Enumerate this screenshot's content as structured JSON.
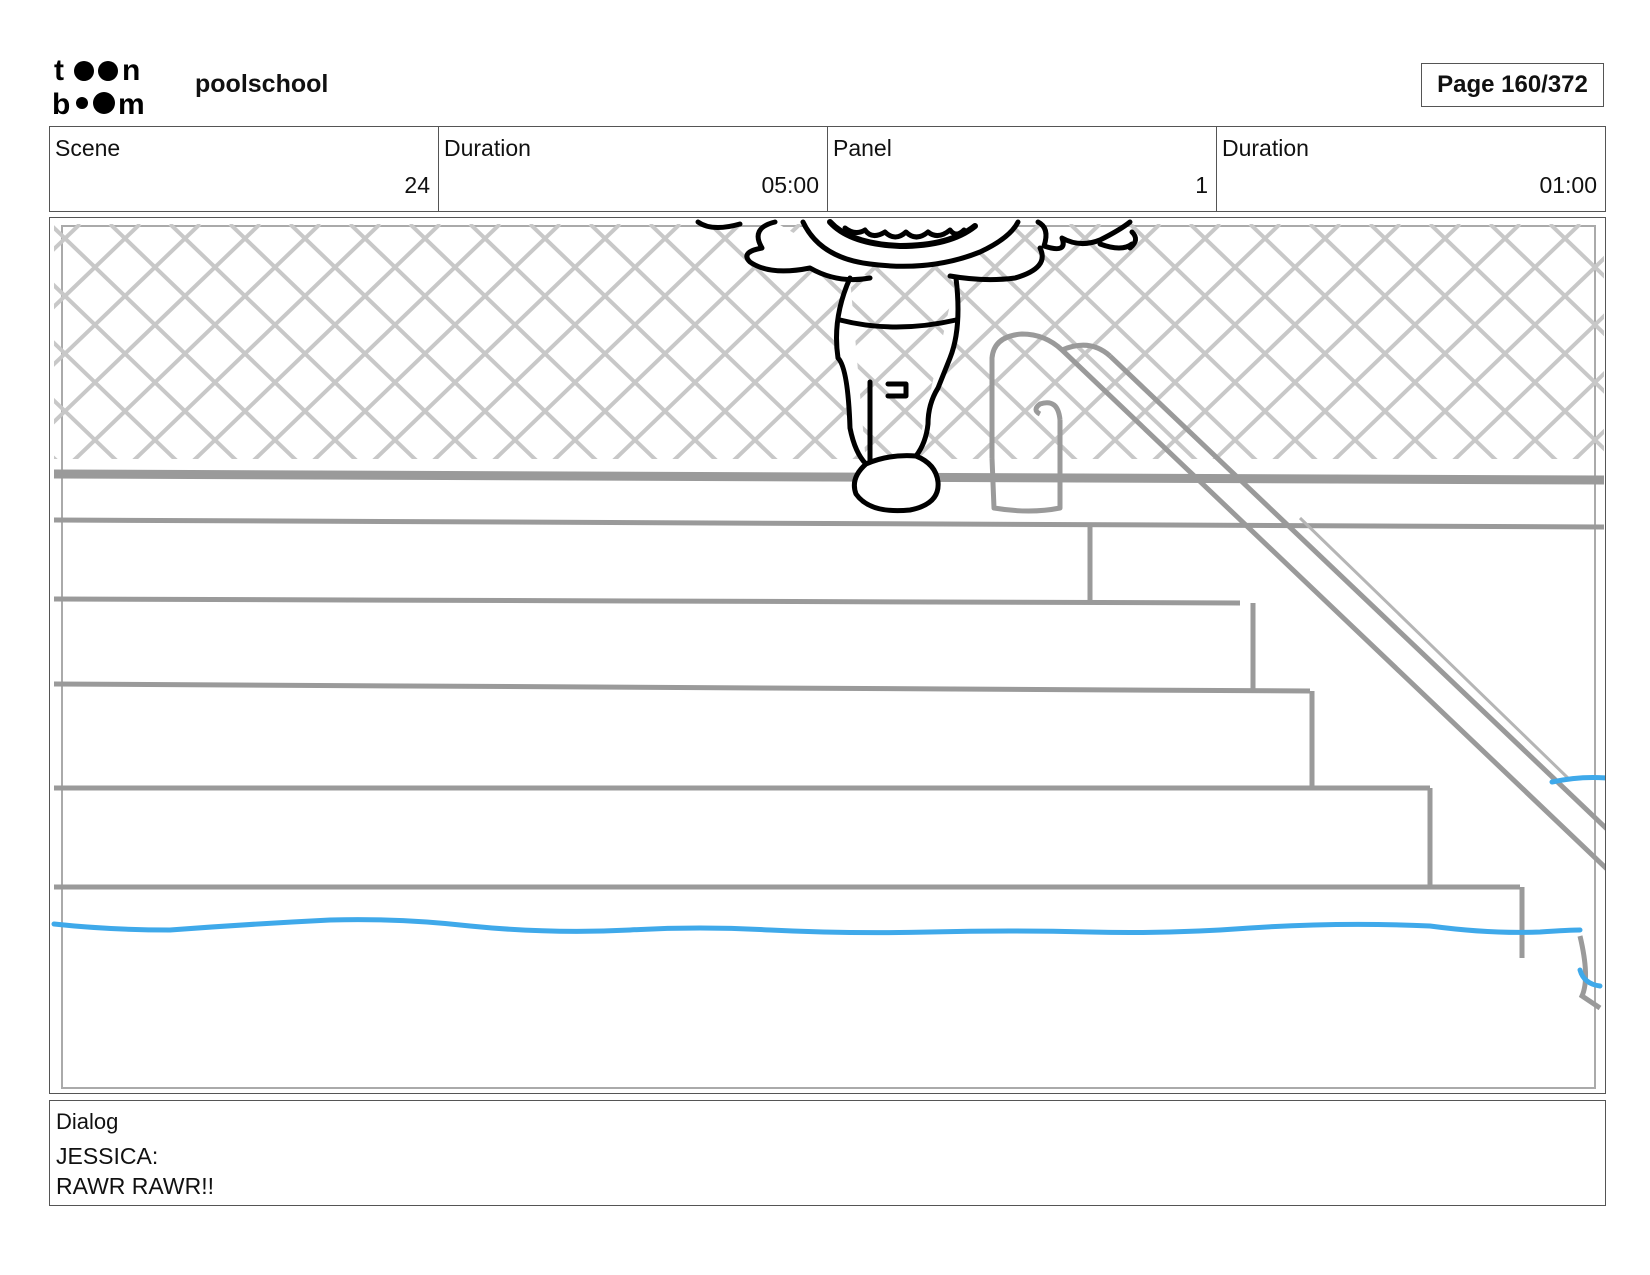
{
  "header": {
    "logo_text": "toon boom",
    "project_name": "poolschool",
    "page_label": "Page 160/372"
  },
  "info": {
    "scene_label": "Scene",
    "scene_value": "24",
    "scene_duration_label": "Duration",
    "scene_duration_value": "05:00",
    "panel_label": "Panel",
    "panel_value": "1",
    "panel_duration_label": "Duration",
    "panel_duration_value": "01:00"
  },
  "dialog": {
    "label": "Dialog",
    "lines": [
      "JESSICA:",
      "RAWR RAWR!!"
    ]
  },
  "colors": {
    "sketch_gray": "#a0a0a0",
    "fence_gray": "#c8c8c8",
    "water_blue": "#3fa9ea",
    "ink_black": "#000000"
  }
}
